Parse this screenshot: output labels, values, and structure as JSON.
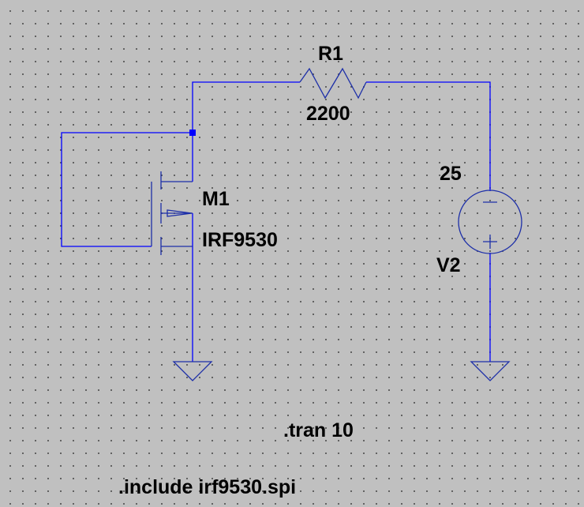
{
  "components": {
    "resistor": {
      "ref": "R1",
      "value": "2200"
    },
    "mosfet": {
      "ref": "M1",
      "model": "IRF9530"
    },
    "source": {
      "ref": "V2",
      "value": "25"
    }
  },
  "directives": {
    "tran": ".tran 10",
    "include": ".include irf9530.spi"
  },
  "colors": {
    "background": "#c0c0c0",
    "wire": "#0000ff",
    "symbol": "#1d2fa8"
  }
}
